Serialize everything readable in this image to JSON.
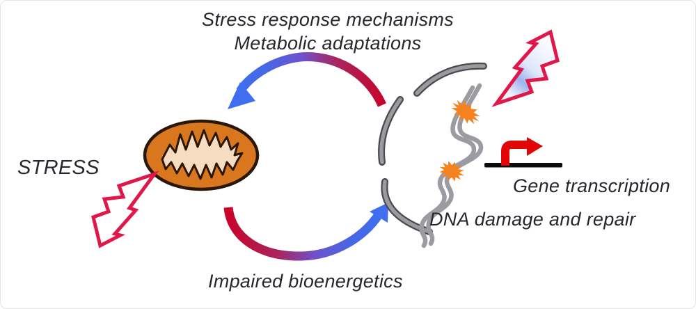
{
  "figure": {
    "labels": {
      "top_line1": "Stress response mechanisms",
      "top_line2": "Metabolic adaptations",
      "stress": "STRESS",
      "gene_transcription": "Gene transcription",
      "dna_damage": "DNA damage and repair",
      "impaired": "Impaired bioenergetics"
    },
    "colors": {
      "text": "#26262e",
      "cycle_red": "#C9032A",
      "cycle_blue": "#3F6FF0",
      "bolt_outline": "#E0184A",
      "mito_fill": "#D8771E",
      "mito_inner": "#F6DCC0",
      "mito_outline": "#2A1708",
      "organelle_gray": "#9B9B9F",
      "organelle_outline": "#4A4A4E",
      "dna_gray": "#9B9BA1",
      "damage_orange": "#F6821F",
      "transcription_red": "#E10505",
      "transcription_black": "#0A0A0A"
    },
    "icons": {
      "stress_bolt": "lightning-bolt",
      "genotoxic_bolt": "lightning-bolt",
      "mitochondrion": "orange-ellipse-with-cristae",
      "nuclear_envelope": "gray-arc-segments",
      "dna": "gray-double-squiggle",
      "dna_damage_site": "orange-starburst",
      "cycle_arrow_top": "curved-arrow-red-to-blue-leftward",
      "cycle_arrow_bottom": "curved-arrow-red-to-blue-rightward",
      "promoter_arrow": "bent-gene-transcription-arrow"
    }
  }
}
